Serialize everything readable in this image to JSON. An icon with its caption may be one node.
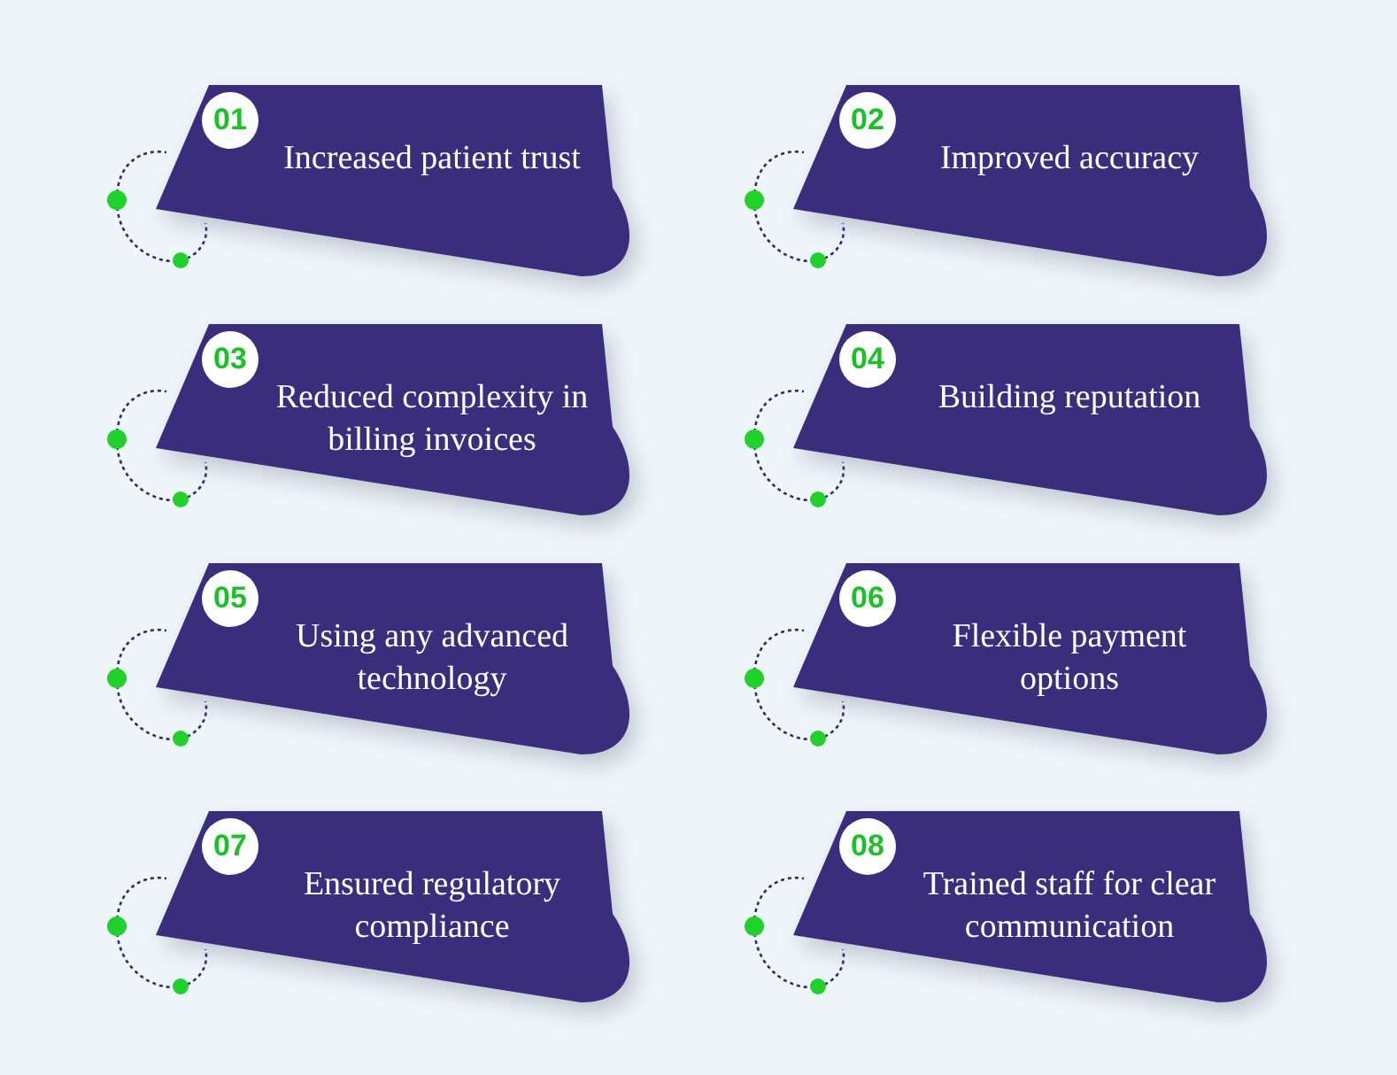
{
  "diagram": {
    "nodes": [
      {
        "text": [
          "01",
          "Increased patient trust"
        ]
      },
      {
        "text": [
          "02",
          "Improved accuracy"
        ]
      },
      {
        "text": [
          "03",
          "Reduced complexity in billing invoices"
        ]
      },
      {
        "text": [
          "04",
          "Building reputation"
        ]
      },
      {
        "text": [
          "05",
          "Using any advanced technology"
        ]
      },
      {
        "text": [
          "06",
          "Flexible payment options"
        ]
      },
      {
        "text": [
          "07",
          "Ensured regulatory compliance"
        ]
      },
      {
        "text": [
          "08",
          "Trained staff for clear communication"
        ]
      }
    ]
  }
}
